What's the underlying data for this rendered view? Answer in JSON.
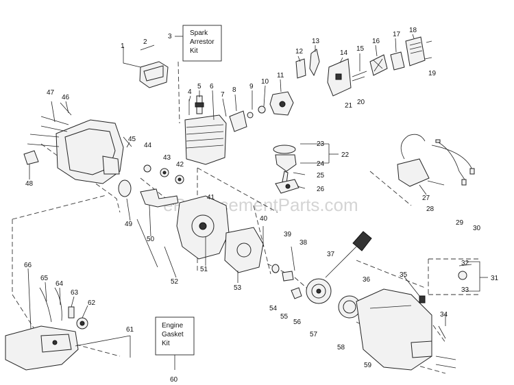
{
  "watermark": "eReplacementParts.com",
  "kits": {
    "spark_arrestor": [
      "Spark",
      "Arrestor",
      "Kit"
    ],
    "engine_gasket": [
      "Engine",
      "Gasket",
      "Kit"
    ]
  },
  "callouts": [
    "1",
    "2",
    "3",
    "4",
    "5",
    "6",
    "7",
    "8",
    "9",
    "10",
    "11",
    "12",
    "13",
    "14",
    "15",
    "16",
    "17",
    "18",
    "19",
    "20",
    "21",
    "22",
    "23",
    "24",
    "25",
    "26",
    "27",
    "28",
    "29",
    "30",
    "31",
    "32",
    "33",
    "34",
    "35",
    "36",
    "37",
    "38",
    "39",
    "40",
    "41",
    "42",
    "43",
    "44",
    "45",
    "46",
    "47",
    "48",
    "49",
    "50",
    "51",
    "52",
    "53",
    "54",
    "55",
    "56",
    "57",
    "58",
    "59",
    "60",
    "61",
    "62",
    "63",
    "64",
    "65",
    "66"
  ]
}
